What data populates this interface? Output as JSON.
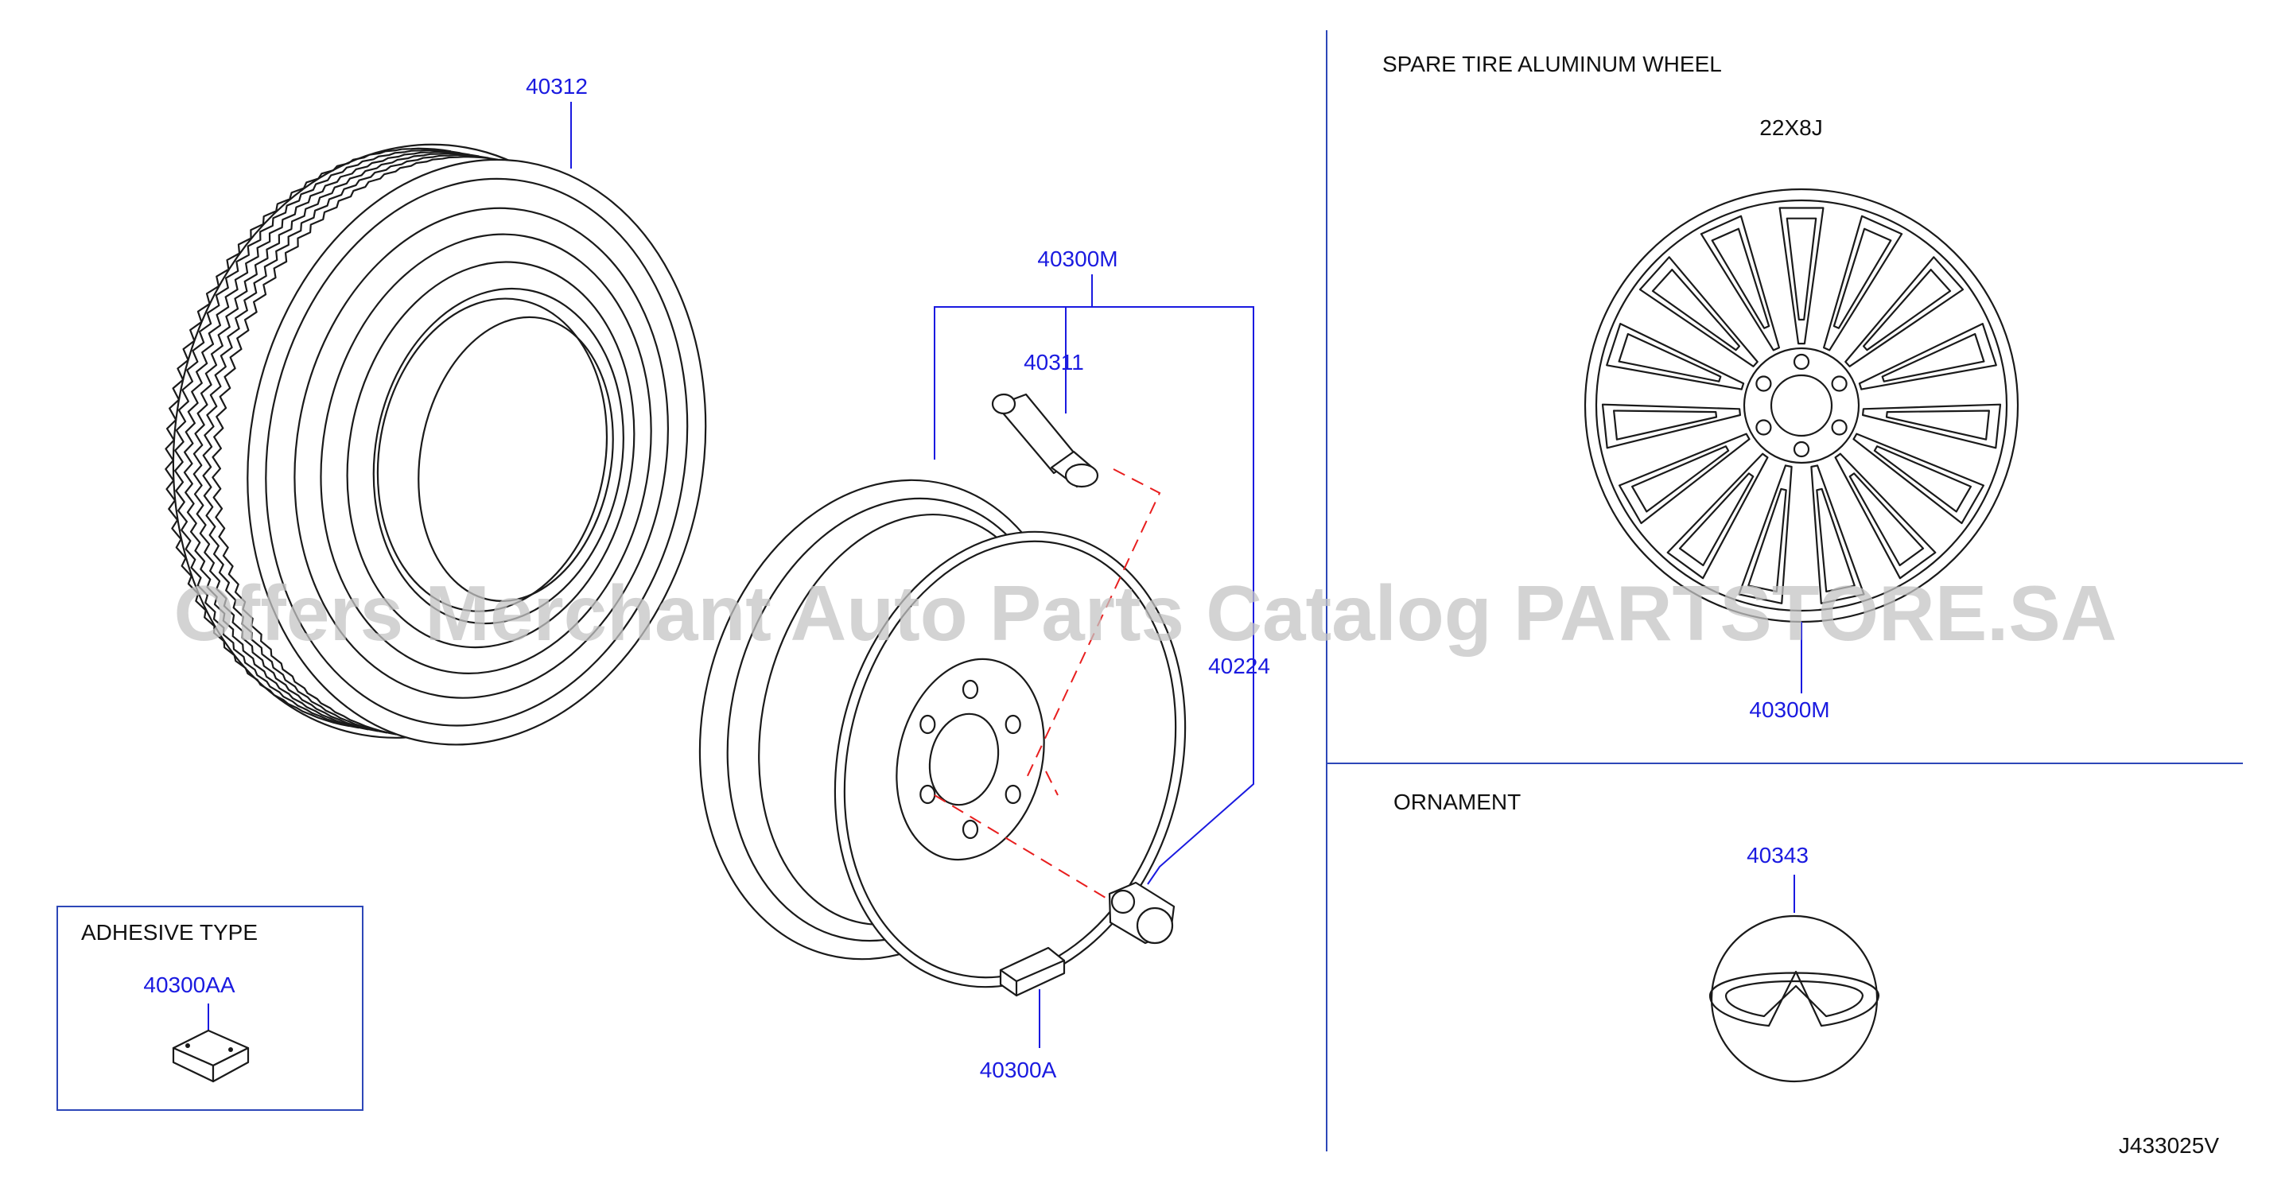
{
  "labels": {
    "tire": "40312",
    "wheel_assy": "40300M",
    "valve": "40311",
    "nut": "40224",
    "weight": "40300A",
    "adhesive_weight": "40300AA",
    "spare_wheel": "40300M",
    "ornament": "40343"
  },
  "captions": {
    "spare_title": "SPARE   TIRE   ALUMINUM   WHEEL",
    "spare_size": "22X8J",
    "ornament_title": "ORNAMENT",
    "adhesive_title": "ADHESIVE   TYPE",
    "diagram_code": "J433025V"
  },
  "watermark": "Offers Merchant Auto Parts Catalog PARTSTORE.SA",
  "colors": {
    "part_number": "#1a1ae0",
    "frame": "#2d47b8",
    "dashed_guide": "#e81e1e",
    "watermark": "#c4c4c4"
  }
}
